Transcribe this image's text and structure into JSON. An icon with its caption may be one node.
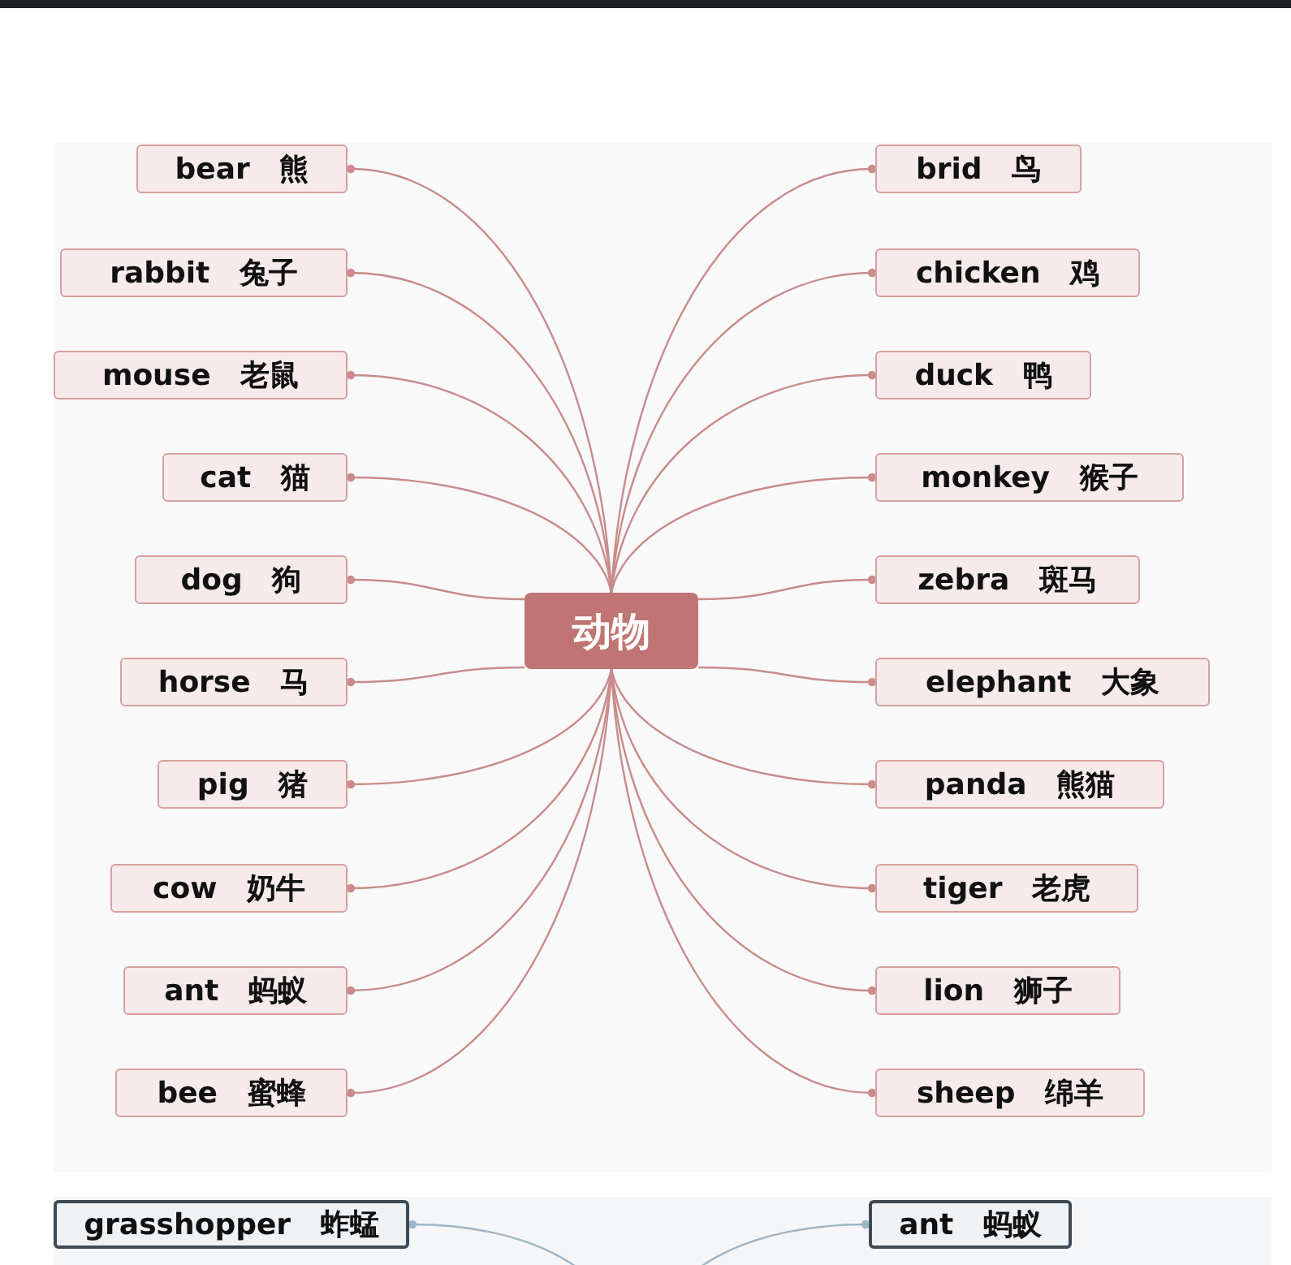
{
  "diagram": {
    "nodes": [
      {
        "text": [
          "动物"
        ]
      },
      {
        "text": [
          "bear 熊"
        ]
      },
      {
        "text": [
          "rabbit 兔子"
        ]
      },
      {
        "text": [
          "mouse 老鼠"
        ]
      },
      {
        "text": [
          "cat 猫"
        ]
      },
      {
        "text": [
          "dog 狗"
        ]
      },
      {
        "text": [
          "horse 马"
        ]
      },
      {
        "text": [
          "pig 猪"
        ]
      },
      {
        "text": [
          "cow 奶牛"
        ]
      },
      {
        "text": [
          "ant 蚂蚁"
        ]
      },
      {
        "text": [
          "bee 蜜蜂"
        ]
      },
      {
        "text": [
          "brid 鸟"
        ]
      },
      {
        "text": [
          "chicken 鸡"
        ]
      },
      {
        "text": [
          "duck 鸭"
        ]
      },
      {
        "text": [
          "monkey 猴子"
        ]
      },
      {
        "text": [
          "zebra 斑马"
        ]
      },
      {
        "text": [
          "elephant 大象"
        ]
      },
      {
        "text": [
          "panda 熊猫"
        ]
      },
      {
        "text": [
          "tiger 老虎"
        ]
      },
      {
        "text": [
          "lion 狮子"
        ]
      },
      {
        "text": [
          "sheep 绵羊"
        ]
      },
      {
        "text": [
          "grasshopper 蚱蜢"
        ]
      },
      {
        "text": [
          "ant 蚂蚁"
        ]
      }
    ],
    "edges": [
      {
        "from": 0,
        "to": 1,
        "arrow": "other"
      },
      {
        "from": 0,
        "to": 2,
        "arrow": "other"
      },
      {
        "from": 0,
        "to": 3,
        "arrow": "other"
      },
      {
        "from": 0,
        "to": 4,
        "arrow": "other"
      },
      {
        "from": 0,
        "to": 5,
        "arrow": "other"
      },
      {
        "from": 0,
        "to": 6,
        "arrow": "other"
      },
      {
        "from": 0,
        "to": 7,
        "arrow": "other"
      },
      {
        "from": 0,
        "to": 8,
        "arrow": "other"
      },
      {
        "from": 0,
        "to": 9,
        "arrow": "other"
      },
      {
        "from": 0,
        "to": 10,
        "arrow": "other"
      },
      {
        "from": 0,
        "to": 11,
        "arrow": "other"
      },
      {
        "from": 0,
        "to": 12,
        "arrow": "other"
      },
      {
        "from": 0,
        "to": 13,
        "arrow": "other"
      },
      {
        "from": 0,
        "to": 14,
        "arrow": "other"
      },
      {
        "from": 0,
        "to": 15,
        "arrow": "other"
      },
      {
        "from": 0,
        "to": 16,
        "arrow": "other"
      },
      {
        "from": 0,
        "to": 17,
        "arrow": "other"
      },
      {
        "from": 0,
        "to": 18,
        "arrow": "other"
      },
      {
        "from": 0,
        "to": 19,
        "arrow": "other"
      },
      {
        "from": 0,
        "to": 20,
        "arrow": "other"
      },
      {
        "from": null,
        "to": 21,
        "arrow": "other",
        "color": "#9fb6c5"
      },
      {
        "from": null,
        "to": 22,
        "arrow": "other",
        "color": "#9fb6c5"
      }
    ]
  }
}
